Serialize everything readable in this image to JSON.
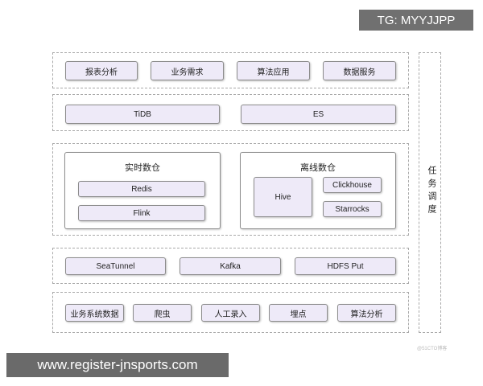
{
  "layers": {
    "application": [
      "报表分析",
      "业务需求",
      "算法应用",
      "数据服务"
    ],
    "query": [
      "TiDB",
      "ES"
    ],
    "warehouse": {
      "realtime": {
        "title": "实时数仓",
        "items": [
          "Redis",
          "Flink"
        ]
      },
      "offline": {
        "title": "离线数仓",
        "hive": "Hive",
        "items": [
          "Clickhouse",
          "Starrocks"
        ]
      }
    },
    "ingest": [
      "SeaTunnel",
      "Kafka",
      "HDFS Put"
    ],
    "source": [
      "业务系统数据",
      "爬虫",
      "人工录入",
      "埋点",
      "算法分析"
    ]
  },
  "scheduler": {
    "label": "任务调度"
  },
  "overlays": {
    "tg": "TG: MYYJJPP",
    "url": "www.register-jnsports.com",
    "watermark": "@51CTO博客"
  },
  "colors": {
    "box_fill": "#eeeaf8",
    "box_border": "#8c8c8c",
    "dashed": "#a9a9a9",
    "banner": "#707070"
  }
}
